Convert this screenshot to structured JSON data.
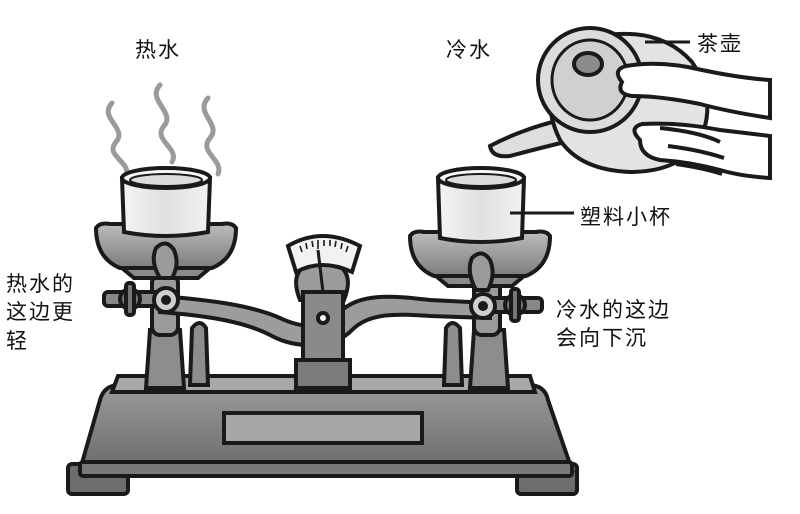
{
  "labels": {
    "hot_water": "热水",
    "cold_water": "冷水",
    "teapot": "茶壶",
    "plastic_cup": "塑料小杯",
    "hot_side": [
      "热水的",
      "这边更",
      "轻"
    ],
    "cold_side": [
      "冷水的这边",
      "会向下沉"
    ]
  },
  "colors": {
    "outline": "#1a1a1a",
    "metal": "#8a8a8a",
    "metal_light": "#bdbdbd",
    "cup": "#e6e6e6",
    "hand": "#ffffff"
  },
  "icons": {
    "steam": "steam-wisps-icon",
    "teapot": "teapot-icon",
    "hand": "hand-icon",
    "balance": "balance-scale-icon"
  }
}
